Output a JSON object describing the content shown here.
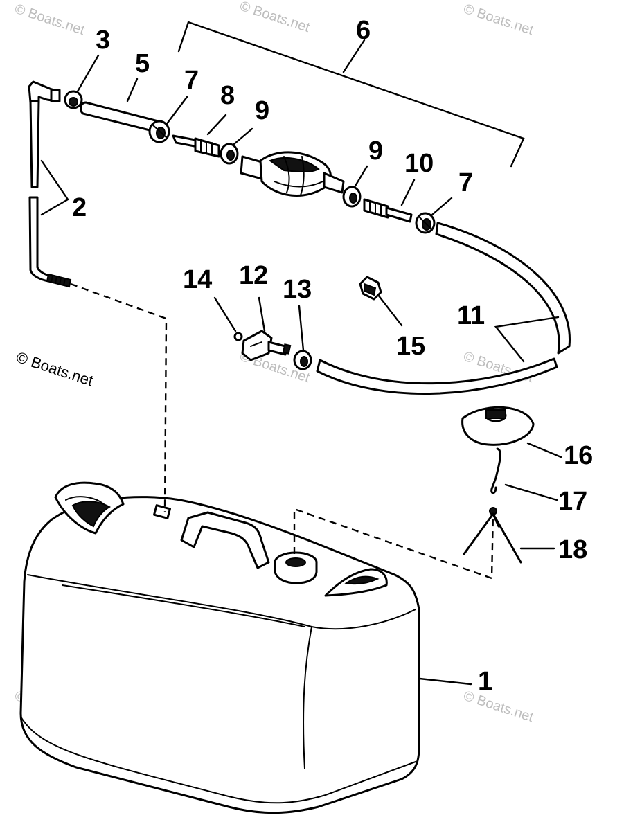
{
  "watermark": {
    "text": "© Boats.net",
    "color": "#bdbdbd"
  },
  "callouts": {
    "tank": "1",
    "pickup_tube": "2",
    "clamp_small": "3",
    "hose_short": "5",
    "primer_assembly": "6",
    "clamp_left": "7",
    "connector_left": "8",
    "check_valve_left": "9",
    "check_valve_right": "9",
    "connector_right": "10",
    "clamp_right": "7",
    "fuel_hose": "11",
    "tank_connector": "12",
    "clamp_connector": "13",
    "o_ring": "14",
    "clamp_loose": "15",
    "filler_cap": "16",
    "hook": "17",
    "spring_tether": "18"
  }
}
